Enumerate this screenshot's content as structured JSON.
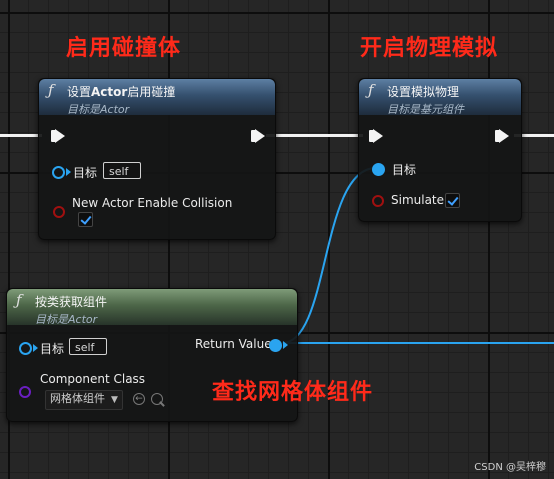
{
  "annotations": {
    "enable_collision": "启用碰撞体",
    "enable_physics": "开启物理模拟",
    "find_mesh": "查找网格体组件"
  },
  "node_collision": {
    "title_prefix": "设置",
    "title_bold": "Actor",
    "title_suffix": "启用碰撞",
    "subtitle": "目标是Actor",
    "target_label": "目标",
    "target_value": "self",
    "enable_label": "New Actor Enable Collision",
    "enable_checked": true
  },
  "node_physics": {
    "title": "设置模拟物理",
    "subtitle": "目标是基元组件",
    "target_label": "目标",
    "simulate_label": "Simulate",
    "simulate_checked": true
  },
  "node_getcomp": {
    "title": "按类获取组件",
    "subtitle": "目标是Actor",
    "target_label": "目标",
    "target_value": "self",
    "class_label": "Component Class",
    "class_value": "网格体组件",
    "return_label": "Return Value"
  },
  "icons": {
    "function": "function-icon",
    "reset": "reset-icon",
    "search": "search-icon"
  },
  "colors": {
    "exec_wire": "#f2f2f2",
    "object_pin": "#2aa4f0",
    "bool_pin": "#a01010",
    "class_pin": "#6a1fc0",
    "annotation": "#ff2a1a"
  },
  "watermark": "CSDN @吴梓穆"
}
